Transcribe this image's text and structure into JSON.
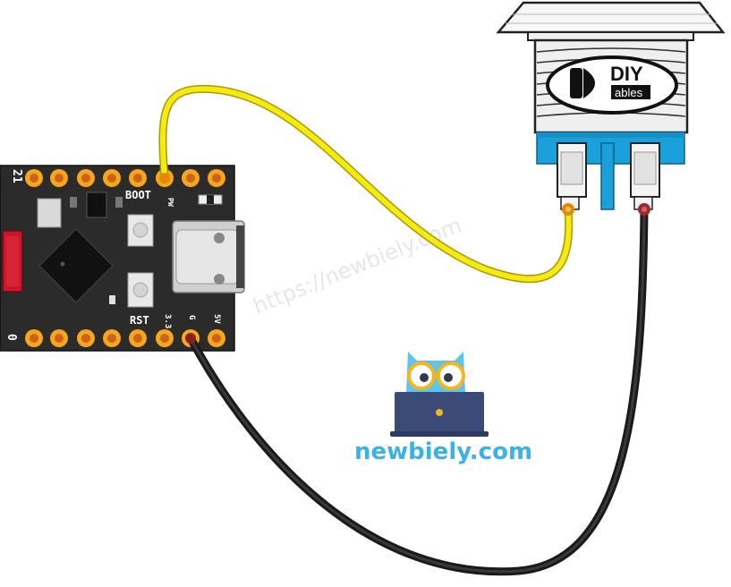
{
  "board": {
    "labels": {
      "top_left": "21",
      "bottom_left": "0",
      "boot": "BOOT",
      "rst": "RST",
      "pin_3v3": "3.3",
      "pin_g": "G",
      "pin_5v": "5V",
      "pin_top": "PW"
    }
  },
  "button": {
    "logo_top": "DIY",
    "logo_bottom": "ables"
  },
  "watermark": {
    "text": "https://newbiely.com"
  },
  "brand": {
    "name": "newbiely.com"
  },
  "colors": {
    "signal_wire": "#f5ea12",
    "ground_wire": "#1a1a1a",
    "board": "#2b2b2b",
    "pin": "#f7a51f",
    "connector_base": "#1aa1dc",
    "brand": "#3bb1e6"
  }
}
